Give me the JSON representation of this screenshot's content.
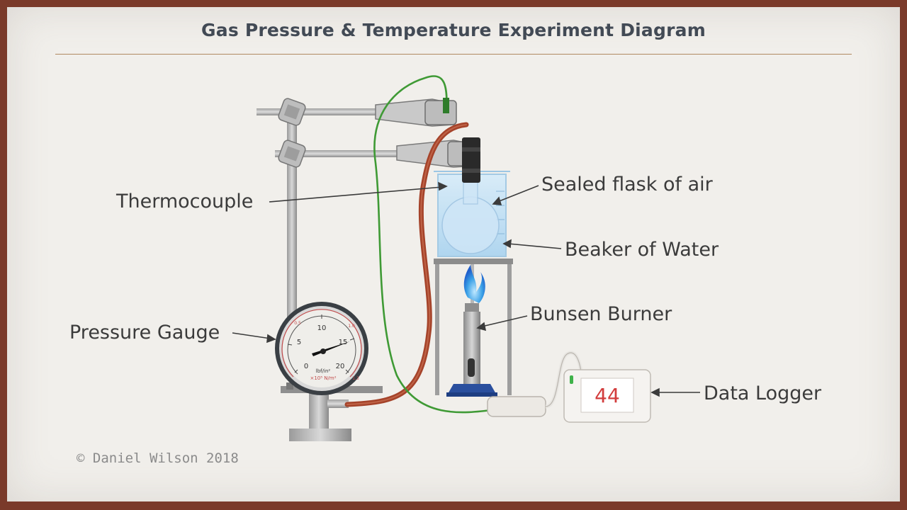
{
  "title": "Gas Pressure & Temperature Experiment Diagram",
  "labels": {
    "thermocouple": "Thermocouple",
    "sealed_flask": "Sealed flask of air",
    "beaker": "Beaker of Water",
    "bunsen": "Bunsen Burner",
    "pressure_gauge": "Pressure Gauge",
    "data_logger": "Data Logger"
  },
  "gauge": {
    "unit_primary": "lbf/in²",
    "unit_secondary": "×10⁵ N/m²",
    "ticks_primary": [
      "0",
      "5",
      "10",
      "15",
      "20"
    ],
    "ticks_secondary": [
      "0.5",
      "1.0",
      "1.3"
    ]
  },
  "logger": {
    "reading": "44"
  },
  "copyright": "© Daniel Wilson 2018",
  "colors": {
    "title": "#424a55",
    "rule": "#b08960",
    "background": "#f1efeb",
    "border": "#7a3a2a",
    "reading": "#d23c3c",
    "tube_rubber": "#a5432a",
    "wire": "#3f9a35"
  }
}
